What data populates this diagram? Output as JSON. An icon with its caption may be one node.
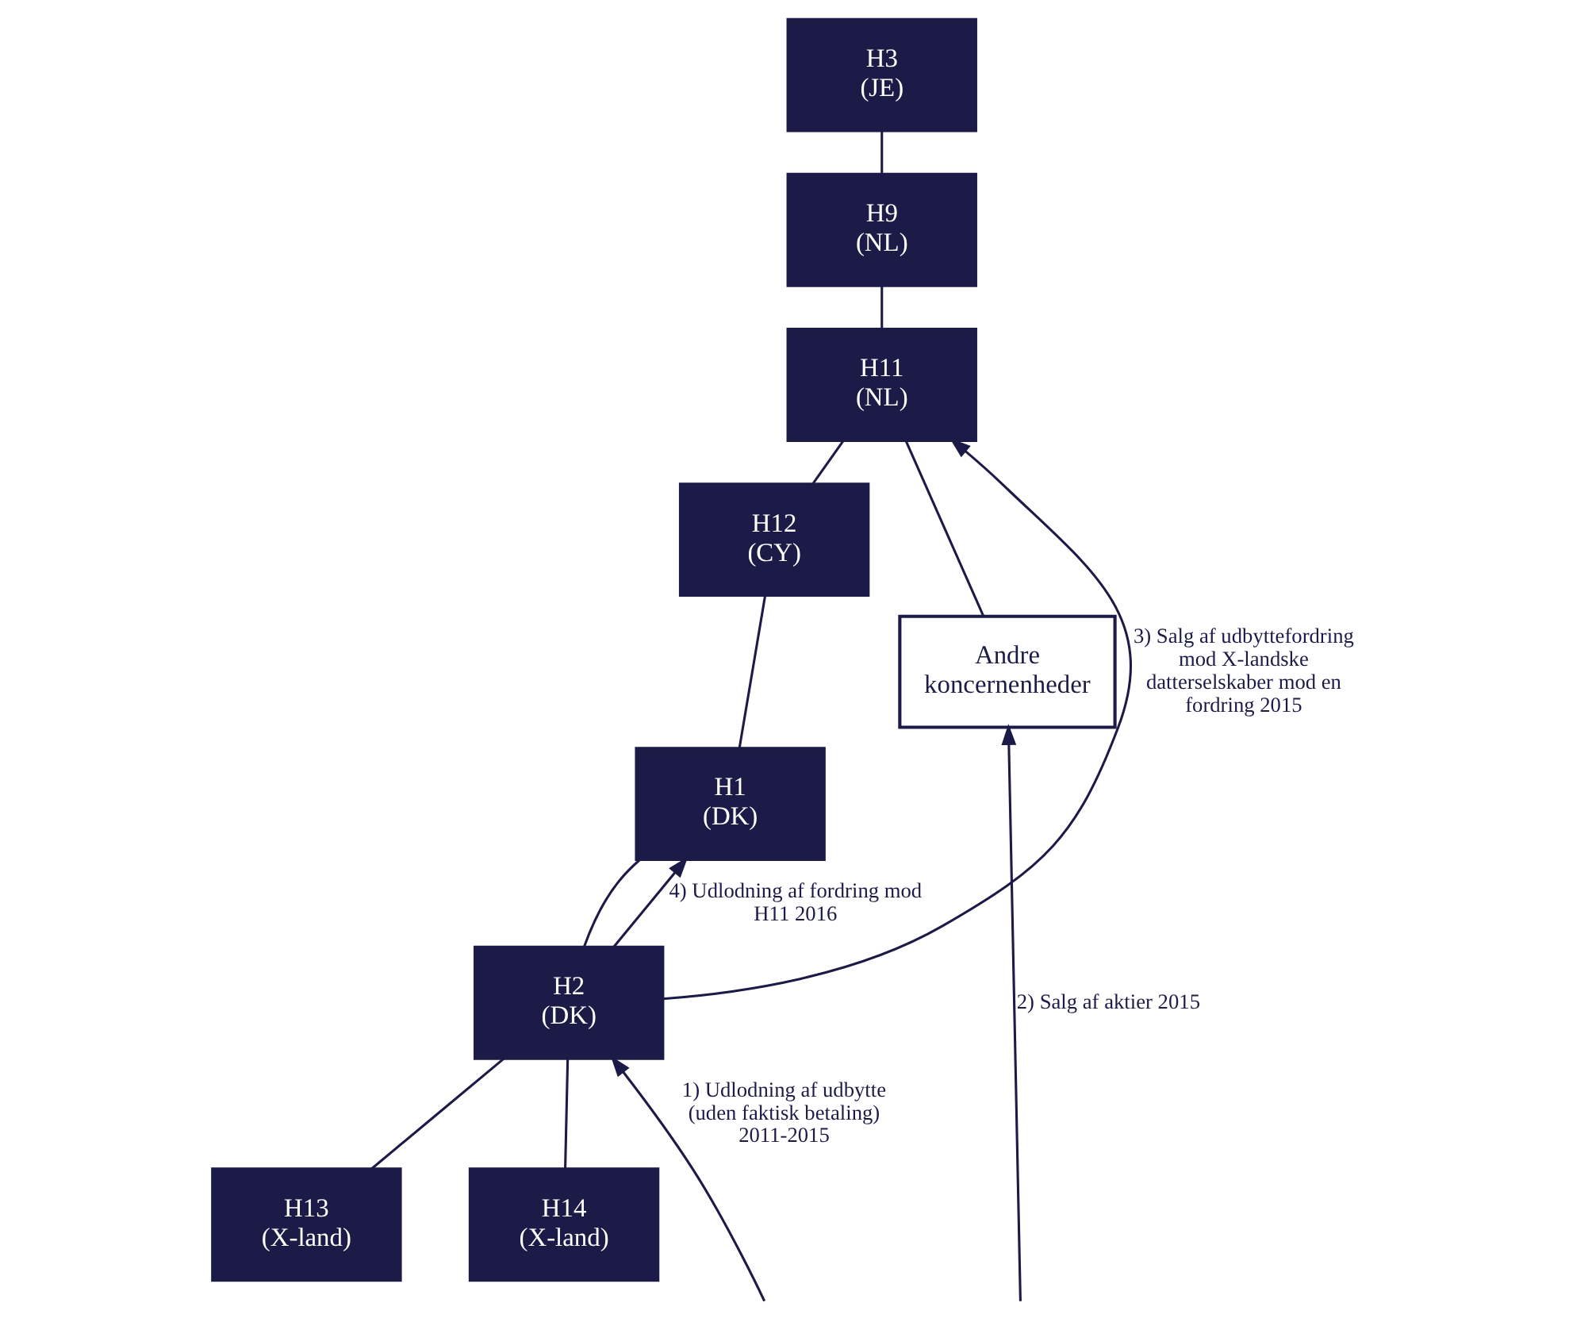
{
  "diagram": {
    "nodes": [
      {
        "text": [
          "H3",
          "(JE)"
        ]
      },
      {
        "text": [
          "H9",
          "(NL)"
        ]
      },
      {
        "text": [
          "H11",
          "(NL)"
        ]
      },
      {
        "text": [
          "H12",
          "(CY)"
        ]
      },
      {
        "text": [
          "Andre koncernenheder"
        ]
      },
      {
        "text": [
          "H1",
          "(DK)"
        ]
      },
      {
        "text": [
          "H2",
          "(DK)"
        ]
      },
      {
        "text": [
          "H13",
          "(X-land)"
        ]
      },
      {
        "text": [
          "H14",
          "(X-land)"
        ]
      }
    ],
    "edges": [
      {
        "from": 0,
        "to": 1,
        "arrow": "none"
      },
      {
        "from": 1,
        "to": 2,
        "arrow": "none"
      },
      {
        "from": 2,
        "to": 3,
        "arrow": "none"
      },
      {
        "from": 2,
        "to": 4,
        "arrow": "none"
      },
      {
        "from": 3,
        "to": 5,
        "arrow": "none"
      },
      {
        "from": 5,
        "to": 6,
        "arrow": "none"
      },
      {
        "from": 6,
        "to": 7,
        "arrow": "none"
      },
      {
        "from": 6,
        "to": 8,
        "arrow": "none"
      },
      {
        "from": 6,
        "to": 2,
        "arrow": "to",
        "label": "3) Salg af udbyttefordring mod X-landske datterselskaber mod en fordring 2015"
      },
      {
        "from": 6,
        "to": 5,
        "arrow": "to",
        "label": "4) Udlodning af fordring mod H11 2016"
      },
      {
        "from": null,
        "to": 4,
        "arrow": "to",
        "label": "2) Salg af aktier 2015"
      },
      {
        "from": null,
        "to": 6,
        "arrow": "to",
        "label": "1) Udlodning af udbytte (uden faktisk betaling) 2011-2015"
      }
    ]
  }
}
